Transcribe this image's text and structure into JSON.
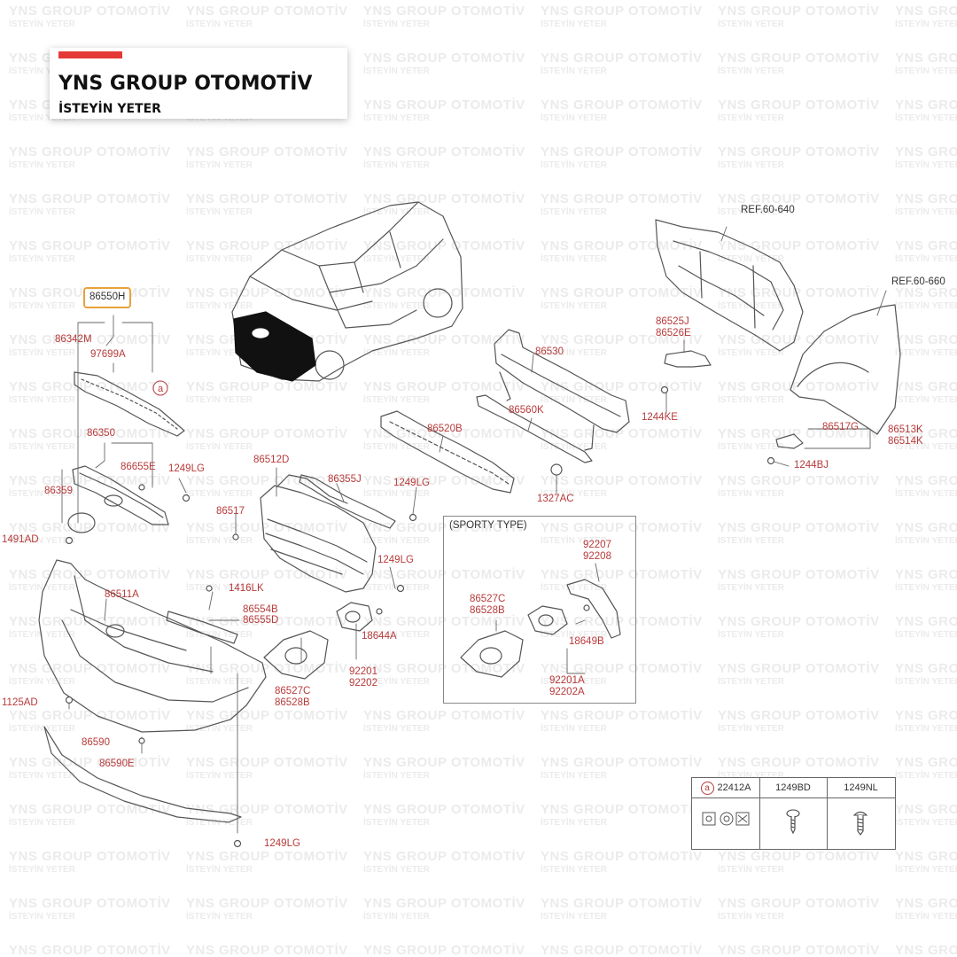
{
  "brand": {
    "title": "YNS GROUP OTOMOTİV",
    "tagline": "İSTEYİN YETER",
    "accent_color": "#e53935"
  },
  "watermark": {
    "line1": "YNS GROUP OTOMOTİV",
    "line2": "İSTEYİN YETER"
  },
  "refs": {
    "ref1": "REF.60-640",
    "ref2": "REF.60-660"
  },
  "sporty": {
    "title": "(SPORTY TYPE)"
  },
  "parts": {
    "p86550H": "86550H",
    "p86342M": "86342M",
    "p97699A": "97699A",
    "p86350": "86350",
    "p86655E": "86655E",
    "p1249LG_a": "1249LG",
    "p86359": "86359",
    "p1491AD": "1491AD",
    "p86511A": "86511A",
    "p1416LK": "1416LK",
    "p86554B": "86554B",
    "p86555D": "86555D",
    "p1125AD": "1125AD",
    "p86590": "86590",
    "p86590E": "86590E",
    "p1249LG_d": "1249LG",
    "p86512D": "86512D",
    "p86355J": "86355J",
    "p1249LG_b": "1249LG",
    "p86517": "86517",
    "p1249LG_c": "1249LG",
    "p18644A": "18644A",
    "p86527C_a": "86527C",
    "p86528B_a": "86528B",
    "p92201_a": "92201",
    "p92202_a": "92202",
    "p86520B": "86520B",
    "p86530": "86530",
    "p86560K": "86560K",
    "p1327AC": "1327AC",
    "p86525J": "86525J",
    "p86526E": "86526E",
    "p1244KE": "1244KE",
    "p86517G": "86517G",
    "p86513K": "86513K",
    "p86514K": "86514K",
    "p1244BJ": "1244BJ",
    "p92207": "92207",
    "p92208": "92208",
    "p86527C_b": "86527C",
    "p86528B_b": "86528B",
    "p18649B": "18649B",
    "p92201A": "92201A",
    "p92202A": "92202A"
  },
  "callout": {
    "letter": "a"
  },
  "legend": {
    "col1": "22412A",
    "col2": "1249BD",
    "col3": "1249NL",
    "marker": "a"
  },
  "icons": {
    "callout": "callout-circle-icon",
    "screw": "screw-icon",
    "clip": "clip-icon",
    "fastener": "fastener-set-icon"
  },
  "colors": {
    "part_label": "#b83a3a",
    "highlight_border": "#e8a23a",
    "line": "#555555",
    "watermark": "#ebebeb"
  }
}
